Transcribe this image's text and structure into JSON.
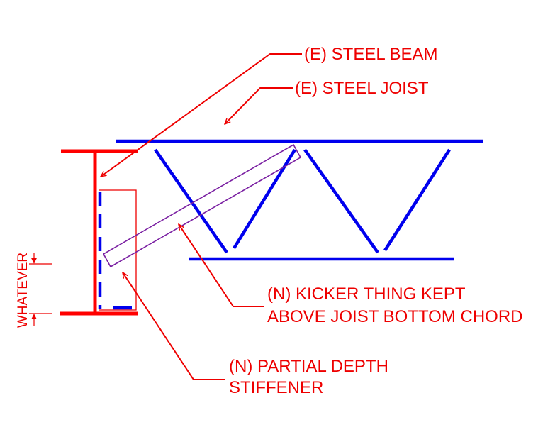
{
  "colors": {
    "beam": "#ff0000",
    "joist": "#0000ee",
    "kicker": "#7a1fa2",
    "leader": "#ee0000",
    "text": "#ee0000",
    "stiffener": "#ee0000",
    "stiffener_dash": "#0000ee"
  },
  "labels": {
    "steel_beam": "(E) STEEL BEAM",
    "steel_joist": "(E) STEEL JOIST",
    "kicker_line1": "(N) KICKER THING KEPT",
    "kicker_line2": "ABOVE JOIST BOTTOM CHORD",
    "stiffener_line1": "(N) PARTIAL DEPTH",
    "stiffener_line2": "STIFFENER",
    "dimension": "WHATEVER"
  }
}
